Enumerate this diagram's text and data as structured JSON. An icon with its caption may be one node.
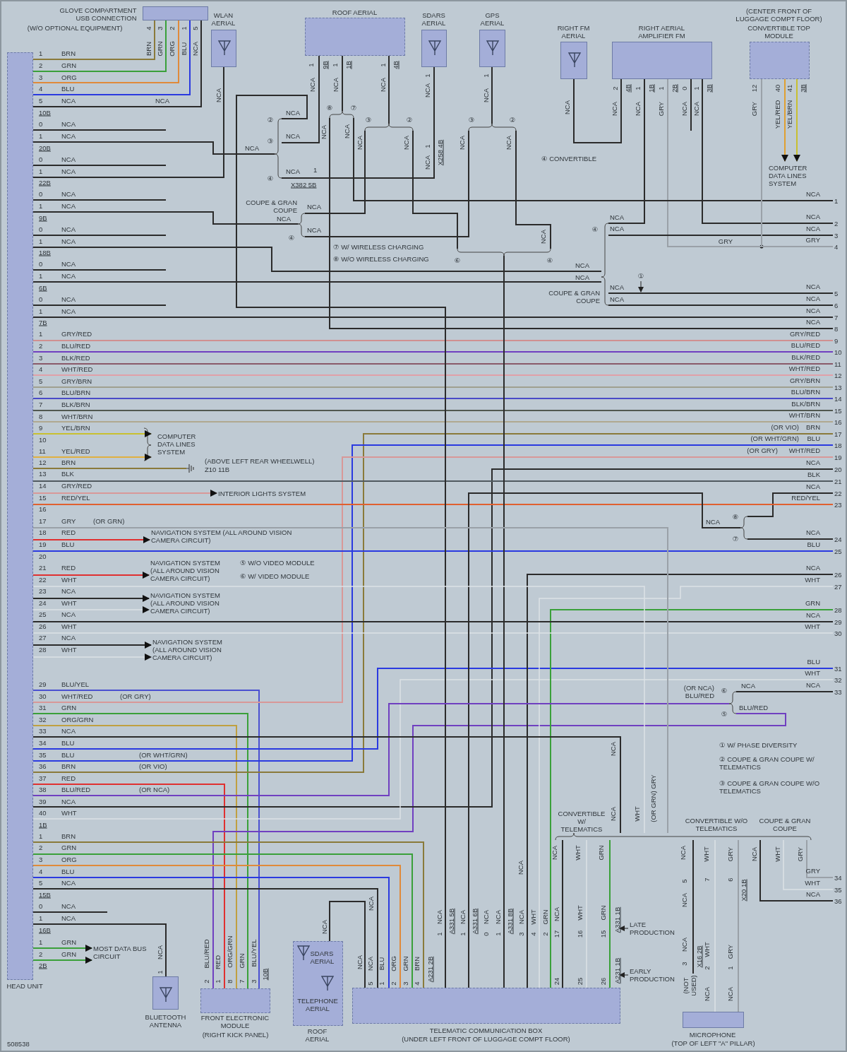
{
  "diagram": {
    "nodes": [
      {
        "text": [
          "HEAD UNIT"
        ]
      },
      {
        "text": [
          "GLOVE COMPARTMENT USB CONNECTION",
          "(W/O OPTIONAL EQUIPMENT)"
        ]
      },
      {
        "text": [
          "WLAN AERIAL"
        ]
      },
      {
        "text": [
          "ROOF AERIAL"
        ]
      },
      {
        "text": [
          "SDARS AERIAL"
        ]
      },
      {
        "text": [
          "GPS AERIAL"
        ]
      },
      {
        "text": [
          "RIGHT FM AERIAL"
        ]
      },
      {
        "text": [
          "RIGHT AERIAL AMPLIFIER FM"
        ]
      },
      {
        "text": [
          "(CENTER FRONT OF LUGGAGE COMPT FLOOR)",
          "CONVERTIBLE TOP MODULE"
        ]
      },
      {
        "text": [
          "COMPUTER DATA LINES SYSTEM"
        ]
      },
      {
        "text": [
          "COMPUTER DATA LINES SYSTEM"
        ]
      },
      {
        "text": [
          "INTERIOR LIGHTS SYSTEM"
        ]
      },
      {
        "text": [
          "NAVIGATION SYSTEM (ALL AROUND VISION CAMERA CIRCUIT)"
        ]
      },
      {
        "text": [
          "NAVIGATION SYSTEM (ALL AROUND VISION CAMERA CIRCUIT)"
        ]
      },
      {
        "text": [
          "NAVIGATION SYSTEM (ALL AROUND VISION CAMERA CIRCUIT)"
        ]
      },
      {
        "text": [
          "NAVIGATION SYSTEM (ALL AROUND VISION CAMERA CIRCUIT)"
        ]
      },
      {
        "text": [
          "MOST DATA BUS CIRCUIT"
        ]
      },
      {
        "text": [
          "BLUETOOTH ANTENNA"
        ]
      },
      {
        "text": [
          "FRONT ELECTRONIC MODULE",
          "(RIGHT KICK PANEL)"
        ]
      },
      {
        "text": [
          "SDARS AERIAL",
          "TELEPHONE AERIAL",
          "ROOF AERIAL"
        ]
      },
      {
        "text": [
          "TELEMATIC COMMUNICATION BOX",
          "(UNDER LEFT FRONT OF LUGGAGE COMPT FLOOR)"
        ]
      },
      {
        "text": [
          "MICROPHONE",
          "(TOP OF LEFT \"A\" PILLAR)"
        ]
      },
      {
        "text": [],
        "shape": "ground",
        "beside": [
          "(ABOVE LEFT REAR WHEELWELL)",
          "Z10 11B"
        ]
      },
      {
        "text": [
          "1"
        ]
      },
      {
        "text": [
          "2"
        ]
      },
      {
        "text": [
          "3"
        ]
      },
      {
        "text": [
          "4"
        ]
      },
      {
        "text": [
          "5"
        ]
      },
      {
        "text": [
          "6"
        ]
      },
      {
        "text": [
          "7"
        ]
      },
      {
        "text": [
          "8"
        ]
      },
      {
        "text": [
          "9"
        ]
      },
      {
        "text": [
          "10"
        ]
      },
      {
        "text": [
          "11"
        ]
      },
      {
        "text": [
          "12"
        ]
      },
      {
        "text": [
          "13"
        ]
      },
      {
        "text": [
          "14"
        ]
      },
      {
        "text": [
          "15"
        ]
      },
      {
        "text": [
          "16"
        ]
      },
      {
        "text": [
          "17"
        ]
      },
      {
        "text": [
          "18"
        ]
      },
      {
        "text": [
          "19"
        ]
      },
      {
        "text": [
          "20"
        ]
      },
      {
        "text": [
          "21"
        ]
      },
      {
        "text": [
          "22"
        ]
      },
      {
        "text": [
          "23"
        ]
      },
      {
        "text": [
          "24"
        ]
      },
      {
        "text": [
          "25"
        ]
      },
      {
        "text": [
          "26"
        ]
      },
      {
        "text": [
          "27"
        ]
      },
      {
        "text": [
          "28"
        ]
      },
      {
        "text": [
          "29"
        ]
      },
      {
        "text": [
          "30"
        ]
      },
      {
        "text": [
          "31"
        ]
      },
      {
        "text": [
          "32"
        ]
      },
      {
        "text": [
          "33"
        ]
      },
      {
        "text": [
          "34"
        ]
      },
      {
        "text": [
          "35"
        ]
      },
      {
        "text": [
          "36"
        ]
      },
      {
        "text": [],
        "shape": "brace"
      },
      {
        "text": [],
        "shape": "brace"
      },
      {
        "text": [],
        "shape": "brace"
      },
      {
        "text": [],
        "shape": "brace"
      },
      {
        "text": [],
        "shape": "brace"
      },
      {
        "text": [],
        "shape": "brace"
      },
      {
        "text": [],
        "shape": "brace"
      },
      {
        "text": [],
        "shape": "brace"
      },
      {
        "text": [],
        "shape": "brace"
      },
      {
        "text": [],
        "shape": "brace"
      },
      {
        "text": [
          "(NOT USED)"
        ]
      }
    ],
    "edges": [
      {
        "from": 1,
        "to": 0,
        "arrow": "none",
        "color": "#8a7a3a"
      },
      {
        "from": 1,
        "to": 0,
        "arrow": "none",
        "color": "#3aa03a"
      },
      {
        "from": 1,
        "to": 0,
        "arrow": "none",
        "color": "#e08a3a"
      },
      {
        "from": 1,
        "to": 0,
        "arrow": "none",
        "color": "#2a3ae0"
      },
      {
        "from": 1,
        "to": 0,
        "arrow": "none"
      },
      {
        "from": 2,
        "to": 0,
        "arrow": "none"
      },
      {
        "from": 6,
        "to": 7,
        "arrow": "none"
      },
      {
        "from": 8,
        "to": 9,
        "arrow": "to",
        "color": "#e0a030"
      },
      {
        "from": 8,
        "to": 9,
        "arrow": "to",
        "color": "#c8c030"
      },
      {
        "from": 0,
        "to": 10,
        "arrow": "to",
        "color": "#c8c030"
      },
      {
        "from": 0,
        "to": 10,
        "arrow": "to",
        "color": "#e0b040"
      },
      {
        "from": 0,
        "to": 11,
        "arrow": "to",
        "color": "#d89898"
      },
      {
        "from": 0,
        "to": 12,
        "arrow": "to",
        "color": "#e03030"
      },
      {
        "from": 0,
        "to": 13,
        "arrow": "to",
        "color": "#e03030"
      },
      {
        "from": 0,
        "to": 14,
        "arrow": "to"
      },
      {
        "from": 0,
        "to": 14,
        "arrow": "to",
        "color": "#dde2e6"
      },
      {
        "from": 0,
        "to": 15,
        "arrow": "to"
      },
      {
        "from": 0,
        "to": 15,
        "arrow": "to",
        "color": "#dde2e6"
      },
      {
        "from": 0,
        "to": 16,
        "arrow": "to",
        "color": "#3aa03a"
      },
      {
        "from": 0,
        "to": 16,
        "arrow": "to",
        "color": "#3aa03a"
      },
      {
        "from": 0,
        "to": 17,
        "arrow": "none"
      },
      {
        "from": 0,
        "to": 18,
        "arrow": "none",
        "color": "#4a50d0"
      },
      {
        "from": 0,
        "to": 18,
        "arrow": "none",
        "color": "#3aa03a"
      },
      {
        "from": 0,
        "to": 18,
        "arrow": "none",
        "color": "#c0a040"
      },
      {
        "from": 0,
        "to": 18,
        "arrow": "none",
        "color": "#e03030"
      },
      {
        "from": 63,
        "to": 18,
        "arrow": "none",
        "color": "#7040c0",
        "label": "BLU/RED"
      },
      {
        "from": 0,
        "to": 20,
        "arrow": "none",
        "color": "#8a7a3a"
      },
      {
        "from": 0,
        "to": 20,
        "arrow": "none",
        "color": "#3aa03a"
      },
      {
        "from": 0,
        "to": 20,
        "arrow": "none",
        "color": "#e08a3a"
      },
      {
        "from": 0,
        "to": 20,
        "arrow": "none",
        "color": "#2a3ae0"
      },
      {
        "from": 0,
        "to": 20,
        "arrow": "none"
      },
      {
        "from": 19,
        "to": 20,
        "arrow": "none"
      },
      {
        "from": 7,
        "to": 8,
        "arrow": "none",
        "color": "#9aa1a8"
      },
      {
        "from": 0,
        "to": 22,
        "arrow": "none",
        "color": "#8a7a3a"
      },
      {
        "from": 0,
        "to": 39,
        "arrow": "none",
        "color": "#8a7a3a"
      },
      {
        "from": 0,
        "to": 40,
        "arrow": "none",
        "color": "#2a3ae0"
      },
      {
        "from": 0,
        "to": 41,
        "arrow": "none",
        "color": "#d89898"
      },
      {
        "from": 0,
        "to": 42,
        "arrow": "none"
      },
      {
        "from": 0,
        "to": 53,
        "arrow": "none",
        "color": "#2a3ae0"
      },
      {
        "from": 0,
        "to": 54,
        "arrow": "none",
        "color": "#dde2e6"
      },
      {
        "from": 64,
        "to": 23,
        "arrow": "none"
      },
      {
        "from": 7,
        "to": 24,
        "arrow": "none"
      },
      {
        "from": 61,
        "to": 25,
        "arrow": "none"
      },
      {
        "from": 8,
        "to": 26,
        "arrow": "none",
        "color": "#9aa1a8"
      },
      {
        "from": 61,
        "to": 27,
        "arrow": "none"
      },
      {
        "from": 61,
        "to": 28,
        "arrow": "none"
      },
      {
        "from": 0,
        "to": 29,
        "arrow": "none"
      },
      {
        "from": 64,
        "to": 30,
        "arrow": "none"
      },
      {
        "from": 0,
        "to": 31,
        "arrow": "none",
        "color": "#d09090"
      },
      {
        "from": 0,
        "to": 32,
        "arrow": "none",
        "color": "#7040c0"
      },
      {
        "from": 0,
        "to": 33,
        "arrow": "none",
        "color": "#8a5a6a"
      },
      {
        "from": 0,
        "to": 34,
        "arrow": "none",
        "color": "#e0a0a8"
      },
      {
        "from": 0,
        "to": 35,
        "arrow": "none",
        "color": "#a0a090"
      },
      {
        "from": 0,
        "to": 36,
        "arrow": "none",
        "color": "#4a4ac8"
      },
      {
        "from": 0,
        "to": 37,
        "arrow": "none",
        "color": "#505850"
      },
      {
        "from": 0,
        "to": 38,
        "arrow": "none",
        "color": "#b0a890"
      },
      {
        "from": 0,
        "to": 43,
        "arrow": "none",
        "color": "#505a60"
      },
      {
        "from": 62,
        "to": 44,
        "arrow": "none"
      },
      {
        "from": 0,
        "to": 45,
        "arrow": "none",
        "color": "#e06030"
      },
      {
        "from": 62,
        "to": 46,
        "arrow": "none"
      },
      {
        "from": 0,
        "to": 47,
        "arrow": "none",
        "color": "#2a3ae0"
      },
      {
        "from": 20,
        "to": 48,
        "arrow": "none"
      },
      {
        "from": 20,
        "to": 49,
        "arrow": "none",
        "color": "#dde2e6"
      },
      {
        "from": 20,
        "to": 50,
        "arrow": "none",
        "color": "#3aa03a"
      },
      {
        "from": 0,
        "to": 51,
        "arrow": "none"
      },
      {
        "from": 0,
        "to": 52,
        "arrow": "none",
        "color": "#dde2e6"
      },
      {
        "from": 63,
        "to": 55,
        "arrow": "none"
      },
      {
        "from": 68,
        "to": 56,
        "arrow": "none",
        "color": "#9aa1a8"
      },
      {
        "from": 68,
        "to": 57,
        "arrow": "none",
        "color": "#dde2e6"
      },
      {
        "from": 68,
        "to": 58,
        "arrow": "none"
      },
      {
        "from": 0,
        "to": 59,
        "arrow": "none"
      },
      {
        "from": 3,
        "to": 59,
        "arrow": "none"
      },
      {
        "from": 59,
        "to": 20,
        "arrow": "none"
      },
      {
        "from": 4,
        "to": 59,
        "arrow": "none"
      },
      {
        "from": 0,
        "to": 60,
        "arrow": "none"
      },
      {
        "from": 65,
        "to": 60,
        "arrow": "none"
      },
      {
        "from": 67,
        "to": 60,
        "arrow": "none"
      },
      {
        "from": 0,
        "to": 61,
        "arrow": "none"
      },
      {
        "from": 0,
        "to": 61,
        "arrow": "none"
      },
      {
        "from": 7,
        "to": 61,
        "arrow": "none"
      },
      {
        "from": 20,
        "to": 62,
        "arrow": "none"
      },
      {
        "from": 0,
        "to": 63,
        "arrow": "none",
        "color": "#7040c0"
      },
      {
        "from": 3,
        "to": 64,
        "arrow": "none"
      },
      {
        "from": 3,
        "to": 65,
        "arrow": "none"
      },
      {
        "from": 65,
        "to": 66,
        "arrow": "none"
      },
      {
        "from": 5,
        "to": 67,
        "arrow": "none"
      },
      {
        "from": 67,
        "to": 66,
        "arrow": "none"
      },
      {
        "from": 66,
        "to": 20,
        "arrow": "none"
      },
      {
        "from": 0,
        "to": 68,
        "arrow": "none",
        "color": "#9aa1a8"
      },
      {
        "from": 0,
        "to": 68,
        "arrow": "none",
        "color": "#dde2e6"
      },
      {
        "from": 0,
        "to": 68,
        "arrow": "none"
      },
      {
        "from": 68,
        "to": 20,
        "arrow": "none"
      },
      {
        "from": 68,
        "to": 20,
        "arrow": "none",
        "color": "#dde2e6"
      },
      {
        "from": 68,
        "to": 20,
        "arrow": "none",
        "color": "#3aa03a"
      },
      {
        "from": 68,
        "to": 21,
        "arrow": "none",
        "color": "#dde2e6"
      },
      {
        "from": 68,
        "to": 21,
        "arrow": "none",
        "color": "#9aa1a8"
      },
      {
        "from": 68,
        "to": 69,
        "arrow": "none"
      }
    ],
    "labels": [
      "1",
      "BRN",
      "2",
      "GRN",
      "3",
      "ORG",
      "4",
      "BLU",
      "5",
      "NCA",
      "10B",
      "0",
      "NCA",
      "1",
      "NCA",
      "20B",
      "0",
      "NCA",
      "1",
      "NCA",
      "22B",
      "0",
      "NCA",
      "1",
      "NCA",
      "9B",
      "0",
      "NCA",
      "1",
      "NCA",
      "18B",
      "0",
      "NCA",
      "1",
      "NCA",
      "6B",
      "0",
      "NCA",
      "1",
      "NCA",
      "7B",
      "1",
      "GRY/RED",
      "2",
      "BLU/RED",
      "3",
      "BLK/RED",
      "4",
      "WHT/RED",
      "5",
      "GRY/BRN",
      "6",
      "BLU/BRN",
      "7",
      "BLK/BRN",
      "8",
      "WHT/BRN",
      "9",
      "YEL/BRN",
      "10",
      "11",
      "YEL/RED",
      "12",
      "BRN",
      "13",
      "BLK",
      "14",
      "GRY/RED",
      "15",
      "RED/YEL",
      "16",
      "17",
      "GRY",
      "(OR GRN)",
      "18",
      "RED",
      "19",
      "BLU",
      "20",
      "21",
      "RED",
      "22",
      "WHT",
      "23",
      "NCA",
      "24",
      "WHT",
      "25",
      "NCA",
      "26",
      "WHT",
      "27",
      "NCA",
      "28",
      "WHT",
      "29",
      "BLU/YEL",
      "30",
      "WHT/RED",
      "(OR GRY)",
      "31",
      "GRN",
      "32",
      "ORG/GRN",
      "33",
      "NCA",
      "34",
      "BLU",
      "35",
      "BLU",
      "(OR WHT/GRN)",
      "36",
      "BRN",
      "(OR VIO)",
      "37",
      "RED",
      "38",
      "BLU/RED",
      "(OR NCA)",
      "39",
      "NCA",
      "40",
      "WHT",
      "1B",
      "1",
      "BRN",
      "2",
      "GRN",
      "3",
      "ORG",
      "4",
      "BLU",
      "5",
      "NCA",
      "15B",
      "0",
      "NCA",
      "1",
      "NCA",
      "16B",
      "1",
      "GRN",
      "2",
      "GRN",
      "2B",
      "NCA",
      "NCA",
      "NCA",
      "GRY",
      "NCA",
      "NCA",
      "NCA",
      "NCA",
      "GRY/RED",
      "BLU/RED",
      "BLK/RED",
      "WHT/RED",
      "GRY/BRN",
      "BLU/BRN",
      "BLK/BRN",
      "WHT/BRN",
      "(OR VIO)",
      "BRN",
      "(OR WHT/GRN)",
      "BLU",
      "(OR GRY)",
      "WHT/RED",
      "NCA",
      "BLK",
      "NCA",
      "RED/YEL",
      "NCA",
      "BLU",
      "NCA",
      "WHT",
      "GRN",
      "NCA",
      "WHT",
      "BLU",
      "WHT",
      "NCA",
      "GRY",
      "WHT",
      "NCA",
      "4",
      "BRN",
      "3",
      "GRN",
      "2",
      "ORG",
      "1",
      "BLU",
      "5",
      "NCA",
      "NCA",
      "NCA",
      "1",
      "9B",
      "NCA",
      "1",
      "1B",
      "NCA",
      "1",
      "4B",
      "NCA",
      "②",
      "NCA",
      "③",
      "NCA",
      "NCA",
      "④",
      "NCA",
      "1",
      "X382 5B",
      "⑧",
      "⑦",
      "NCA",
      "NCA",
      "③",
      "②",
      "NCA",
      "NCA",
      "COUPE & GRAN COUPE",
      "NCA",
      "NCA",
      "NCA",
      "④",
      "⑦ W/ WIRELESS CHARGING",
      "⑧ W/O WIRELESS CHARGING",
      "1",
      "NCA",
      "1",
      "NCA",
      "X258 4B",
      "1",
      "NCA",
      "③",
      "②",
      "NCA",
      "NCA",
      "NCA",
      "⑥",
      "④",
      "NCA",
      "2",
      "4B",
      "1",
      "1B",
      "1",
      "2B",
      "0",
      "1",
      "3B",
      "NCA",
      "NCA",
      "GRY",
      "NCA",
      "NCA",
      "④ CONVERTIBLE",
      "12",
      "40",
      "41",
      "3B",
      "GRY",
      "YEL/RED",
      "YEL/BRN",
      "④",
      "NCA",
      "NCA",
      "GRY",
      "NCA",
      "NCA",
      "COUPE & GRAN COUPE",
      "①",
      "NCA",
      "NCA",
      "NCA",
      "⑧",
      "⑦",
      "⑤ W/O VIDEO MODULE",
      "⑥ W/ VIDEO MODULE",
      "(OR NCA) BLU/RED",
      "⑥",
      "NCA",
      "⑤",
      "① W/ PHASE DIVERSITY",
      "② COUPE & GRAN COUPE W/ TELEMATICS",
      "③ COUPE & GRAN COUPE W/O TELEMATICS",
      "NCA",
      "CONVERTIBLE W/ TELEMATICS",
      "NCA",
      "WHT",
      "(OR GRN) GRY",
      "CONVERTIBLE W/O TELEMATICS",
      "COUPE & GRAN COUPE",
      "NCA",
      "WHT",
      "GRN",
      "NCA",
      "WHT",
      "GRY",
      "NCA",
      "WHT",
      "GRY",
      "5",
      "7",
      "6",
      "X20 1B",
      "NCA",
      "NCA",
      "3",
      "X16 2B",
      "2",
      "WHT",
      "1",
      "GRY",
      "NCA",
      "NCA",
      "NCA",
      "NCA",
      "NCA",
      "5",
      "NCA",
      "1",
      "BLU",
      "2",
      "ORG",
      "3",
      "GRN",
      "4",
      "BRN",
      "A231 2B",
      "1",
      "NCA",
      "A331 5B",
      "1",
      "NCA",
      "A331 6B",
      "0",
      "NCA",
      "1",
      "NCA",
      "A331 8B",
      "NCA",
      "3",
      "NCA",
      "4",
      "WHT",
      "2",
      "GRN",
      "17",
      "NCA",
      "16",
      "WHT",
      "15",
      "GRN",
      "A331 1B",
      "LATE PRODUCTION",
      "24",
      "25",
      "26",
      "A231 1B",
      "EARLY PRODUCTION",
      "1",
      "NCA",
      "2",
      "BLU/RED",
      "1",
      "RED",
      "8",
      "ORG/GRN",
      "7",
      "GRN",
      "3",
      "BLU/YEL",
      "10B",
      "508538"
    ]
  }
}
